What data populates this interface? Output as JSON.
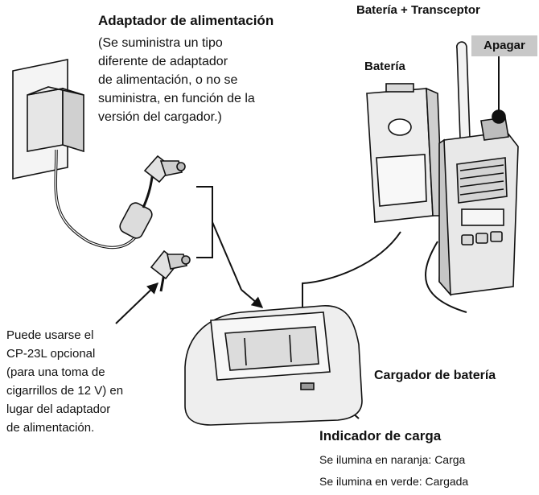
{
  "adapter": {
    "title": "Adaptador de alimentación",
    "note_lines": [
      "(Se suministra un tipo",
      "diferente de adaptador",
      "de alimentación, o no se",
      "suministra, en función de la",
      "versión del cargador.)"
    ]
  },
  "radio": {
    "combo_title": "Batería + Transceptor",
    "battery_title": "Batería",
    "power_off_label": "Apagar"
  },
  "cp23l": {
    "note_lines": [
      "Puede usarse el",
      "CP-23L opcional",
      "(para una toma de",
      "cigarrillos de 12 V) en",
      "lugar del adaptador",
      "de alimentación."
    ]
  },
  "charger": {
    "title": "Cargador de batería",
    "indicator_title": "Indicador de carga",
    "indicator_lines": [
      "Se ilumina en naranja: Carga",
      "Se ilumina en verde:  Cargada"
    ]
  }
}
